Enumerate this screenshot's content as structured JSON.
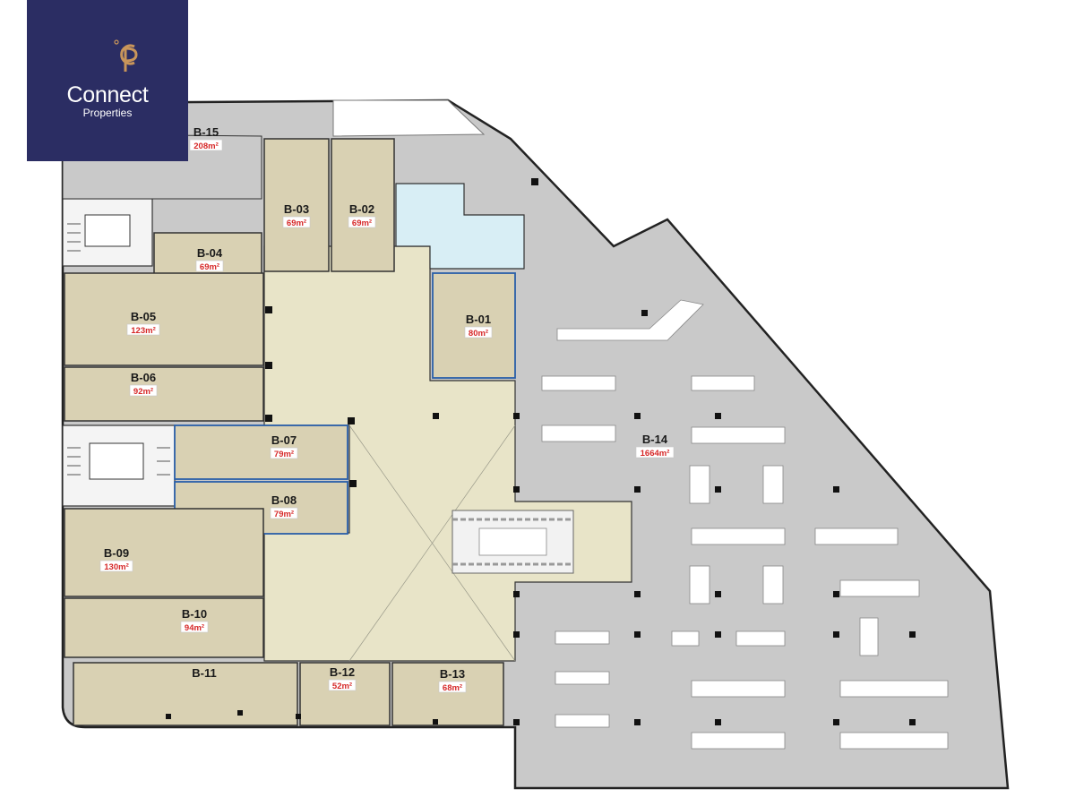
{
  "brand": {
    "name": "Connect",
    "tagline": "Properties",
    "monogram_color": "#c8955a",
    "background": "#2b2d63"
  },
  "colors": {
    "unit_fill": "#d9d1b3",
    "retail_fill": "#c9c9c9",
    "lobby_fill": "#e8e4c8",
    "service_fill": "#d8eef5",
    "area_text": "#d62828",
    "wall": "#333333"
  },
  "units": [
    {
      "id": "B-01",
      "area": "80m²"
    },
    {
      "id": "B-02",
      "area": "69m²"
    },
    {
      "id": "B-03",
      "area": "69m²"
    },
    {
      "id": "B-04",
      "area": "69m²"
    },
    {
      "id": "B-05",
      "area": "123m²"
    },
    {
      "id": "B-06",
      "area": "92m²"
    },
    {
      "id": "B-07",
      "area": "79m²"
    },
    {
      "id": "B-08",
      "area": "79m²"
    },
    {
      "id": "B-09",
      "area": "130m²"
    },
    {
      "id": "B-10",
      "area": "94m²"
    },
    {
      "id": "B-11",
      "area": ""
    },
    {
      "id": "B-12",
      "area": "52m²"
    },
    {
      "id": "B-13",
      "area": "68m²"
    },
    {
      "id": "B-14",
      "area": "1664m²"
    },
    {
      "id": "B-15",
      "area": "208m²"
    }
  ]
}
